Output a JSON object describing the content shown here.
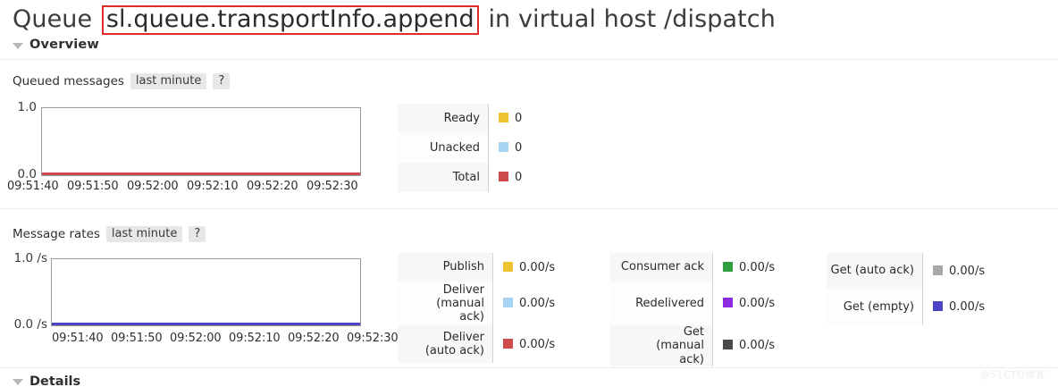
{
  "header": {
    "title_prefix": "Queue",
    "queue_name": "sl.queue.transportInfo.append",
    "title_middle": "in virtual host",
    "vhost": "/dispatch",
    "queue_name_border_color": "#e02b2b"
  },
  "overview_section": {
    "label": "Overview",
    "expanded": true
  },
  "queued_messages": {
    "label": "Queued messages",
    "period_chip": "last minute",
    "help_chip": "?",
    "legend": [
      {
        "label": "Ready",
        "value": "0",
        "color": "#edc32f"
      },
      {
        "label": "Unacked",
        "value": "0",
        "color": "#a6d4f2"
      },
      {
        "label": "Total",
        "value": "0",
        "color": "#cf4b4b"
      }
    ]
  },
  "message_rates": {
    "label": "Message rates",
    "period_chip": "last minute",
    "help_chip": "?",
    "legend_col1": [
      {
        "label": "Publish",
        "value": "0.00/s",
        "color": "#edc32f"
      },
      {
        "label": "Deliver\n(manual\nack)",
        "value": "0.00/s",
        "color": "#a6d4f2"
      },
      {
        "label": "Deliver\n(auto ack)",
        "value": "0.00/s",
        "color": "#cf4b4b"
      }
    ],
    "legend_col2": [
      {
        "label": "Consumer\nack",
        "value": "0.00/s",
        "color": "#2f9e41"
      },
      {
        "label": "Redelivered",
        "value": "0.00/s",
        "color": "#8b2be2"
      },
      {
        "label": "Get\n(manual\nack)",
        "value": "0.00/s",
        "color": "#4a4a4a"
      }
    ],
    "legend_col3": [
      {
        "label": "Get (auto\nack)",
        "value": "0.00/s",
        "color": "#a8a8a8"
      },
      {
        "label": "Get\n(empty)",
        "value": "0.00/s",
        "color": "#4a45c4"
      }
    ]
  },
  "details_section": {
    "label": "Details"
  },
  "watermark": {
    "text": "@51CTO博客"
  },
  "chart_data": [
    {
      "type": "line",
      "title": "Queued messages",
      "subtitle": "last minute",
      "xlabel": "",
      "ylabel": "",
      "ylim": [
        0.0,
        1.0
      ],
      "ytick_labels": [
        "1.0",
        "0.0"
      ],
      "xtick_labels": [
        "09:51:40",
        "09:51:50",
        "09:52:00",
        "09:52:10",
        "09:52:20",
        "09:52:30"
      ],
      "grid": false,
      "legend_position": "right",
      "series": [
        {
          "name": "Ready",
          "color": "#edc32f",
          "current": 0,
          "values": [
            0,
            0,
            0,
            0,
            0,
            0
          ]
        },
        {
          "name": "Unacked",
          "color": "#a6d4f2",
          "current": 0,
          "values": [
            0,
            0,
            0,
            0,
            0,
            0
          ]
        },
        {
          "name": "Total",
          "color": "#cf4b4b",
          "current": 0,
          "values": [
            0,
            0,
            0,
            0,
            0,
            0
          ]
        }
      ]
    },
    {
      "type": "line",
      "title": "Message rates",
      "subtitle": "last minute",
      "xlabel": "",
      "ylabel": "",
      "ylim": [
        0.0,
        1.0
      ],
      "ytick_labels": [
        "1.0 /s",
        "0.0 /s"
      ],
      "xtick_labels": [
        "09:51:40",
        "09:51:50",
        "09:52:00",
        "09:52:10",
        "09:52:20",
        "09:52:30"
      ],
      "grid": false,
      "legend_position": "right",
      "series": [
        {
          "name": "Publish",
          "color": "#edc32f",
          "current": 0.0,
          "values": [
            0,
            0,
            0,
            0,
            0,
            0
          ]
        },
        {
          "name": "Deliver (manual ack)",
          "color": "#a6d4f2",
          "current": 0.0,
          "values": [
            0,
            0,
            0,
            0,
            0,
            0
          ]
        },
        {
          "name": "Deliver (auto ack)",
          "color": "#cf4b4b",
          "current": 0.0,
          "values": [
            0,
            0,
            0,
            0,
            0,
            0
          ]
        },
        {
          "name": "Consumer ack",
          "color": "#2f9e41",
          "current": 0.0,
          "values": [
            0,
            0,
            0,
            0,
            0,
            0
          ]
        },
        {
          "name": "Redelivered",
          "color": "#8b2be2",
          "current": 0.0,
          "values": [
            0,
            0,
            0,
            0,
            0,
            0
          ]
        },
        {
          "name": "Get (manual ack)",
          "color": "#4a4a4a",
          "current": 0.0,
          "values": [
            0,
            0,
            0,
            0,
            0,
            0
          ]
        },
        {
          "name": "Get (auto ack)",
          "color": "#a8a8a8",
          "current": 0.0,
          "values": [
            0,
            0,
            0,
            0,
            0,
            0
          ]
        },
        {
          "name": "Get (empty)",
          "color": "#4a45c4",
          "current": 0.0,
          "values": [
            0,
            0,
            0,
            0,
            0,
            0
          ]
        }
      ]
    }
  ]
}
